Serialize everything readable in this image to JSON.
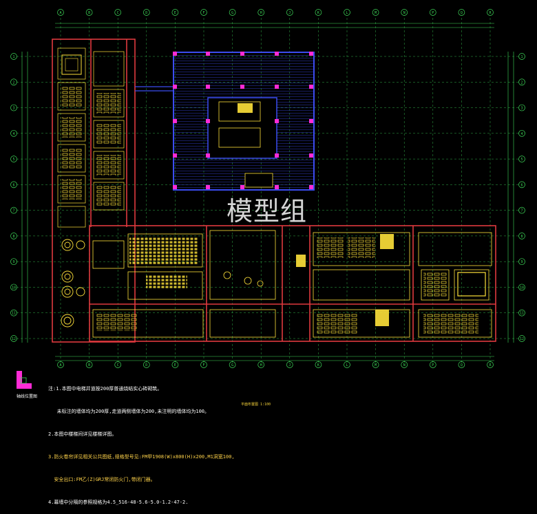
{
  "watermark": "模型组",
  "column_labels": [
    "A",
    "B",
    "C",
    "D",
    "E",
    "F",
    "G",
    "H",
    "J",
    "K",
    "L",
    "M",
    "N",
    "P",
    "Q",
    "R"
  ],
  "row_labels": [
    "1",
    "2",
    "3",
    "4",
    "5",
    "6",
    "7",
    "8",
    "9",
    "10",
    "11",
    "12"
  ],
  "notes": {
    "line1": "注:1.本图中电梯井道按200厚普通烧结实心砖砌筑。",
    "line1b": "   未标注的墙体均为200厚,走道两侧墙体为200,未注明的墙体均为100。",
    "line2": "2.本图中楼梯间详见楼梯详图。",
    "line3": "3.防火卷帘详见相关公共图纸,规格型号见:FM甲1908(W)x800(H)x200,M1洞宽100,",
    "line3b": "  安全出口:FM乙(Z)GRJ常闭防火门,带闭门器。",
    "line4": "4.幕墙中分隔的参照规格为4.5_516-48-5.6-5.0-1.2-47-2."
  },
  "inset_label": "轴线位置图",
  "scale_label": "平面布置图 1:100",
  "colors": {
    "background": "#000000",
    "wall_red": "#e0393e",
    "axis_green": "#3fdc5a",
    "structure_blue": "#3b4cf0",
    "column_magenta": "#ff2bd6",
    "furniture_yellow": "#ffe23a",
    "text_white": "#ffffff"
  }
}
